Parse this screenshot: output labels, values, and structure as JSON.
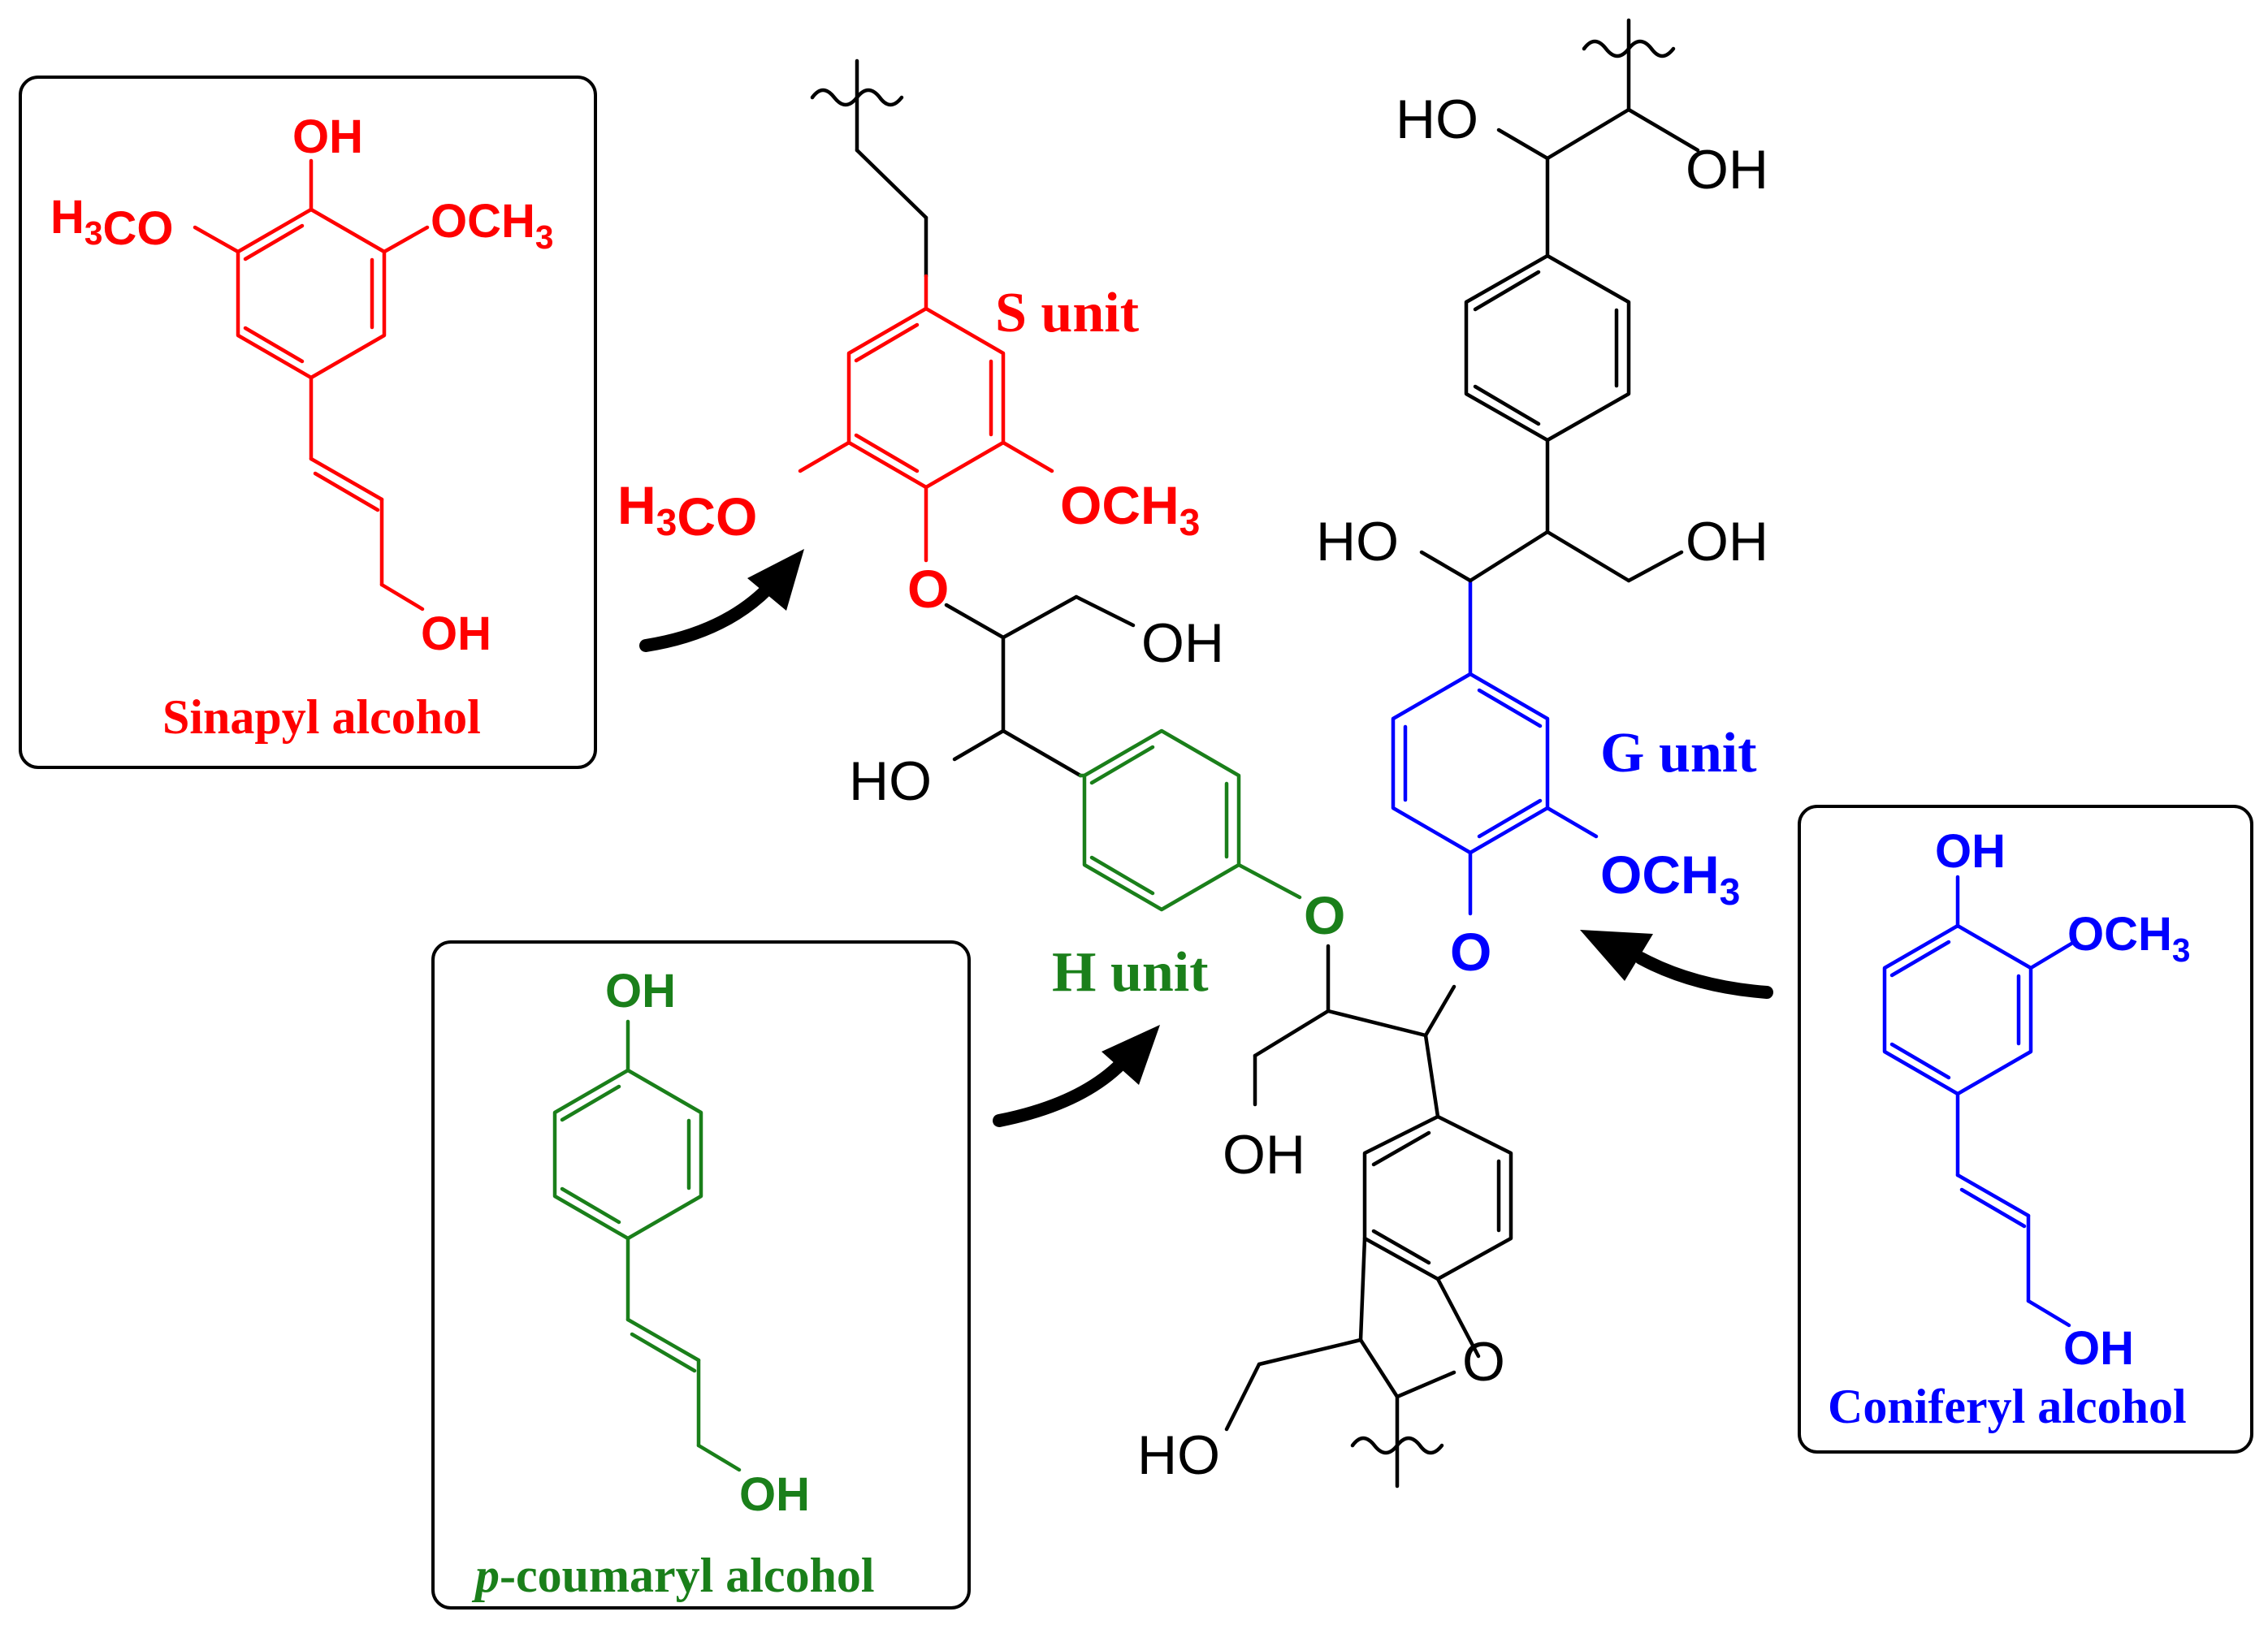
{
  "colors": {
    "s_unit": "#ff0000",
    "h_unit": "#1a7f1a",
    "g_unit": "#0000ff",
    "backbone": "#000000"
  },
  "monomers": {
    "sinapyl": {
      "caption": "Sinapyl alcohol",
      "oh_top": "OH",
      "ome_left": "H3CO",
      "ome_right": "OCH3",
      "oh_chain": "OH"
    },
    "coumaryl": {
      "caption_italic": "p",
      "caption_rest": "-coumaryl alcohol",
      "oh_top": "OH",
      "oh_chain": "OH"
    },
    "coniferyl": {
      "caption": "Coniferyl alcohol",
      "oh_top": "OH",
      "ome": "OCH3",
      "oh_chain": "OH"
    }
  },
  "polymer": {
    "s_unit_label": "S unit",
    "h_unit_label": "H unit",
    "g_unit_label": "G unit",
    "s_ome_left": "H3CO",
    "s_ome_right": "OCH3",
    "s_ether_o": "O",
    "s_chain_oh": "OH",
    "s_chain_ho": "HO",
    "h_ether_o": "O",
    "h_chain_oh": "OH",
    "g_ome": "OCH3",
    "g_ether_o": "O",
    "top_ho_1": "HO",
    "top_oh_2": "OH",
    "mid_ho": "HO",
    "mid_oh": "OH",
    "furan_o": "O",
    "furan_ho": "HO"
  }
}
